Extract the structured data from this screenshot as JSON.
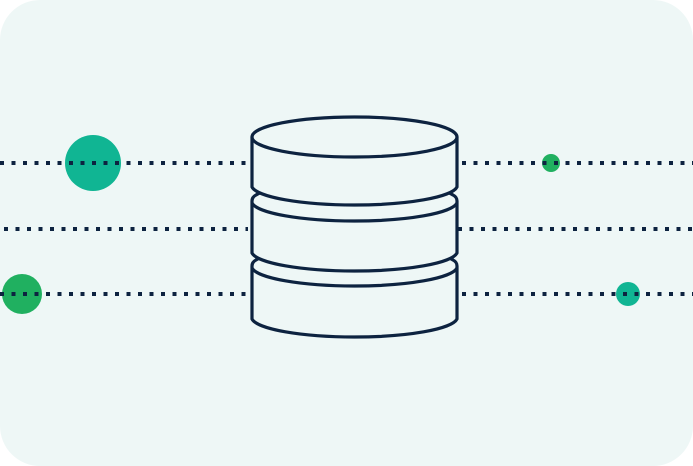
{
  "illustration": {
    "icon": "database-icon",
    "colors": {
      "background": "#eef7f6",
      "stroke": "#0d2340",
      "teal": "#10b593",
      "green": "#20b060"
    },
    "lines": 3,
    "nodes": [
      {
        "color": "teal",
        "side": "left",
        "line": 1
      },
      {
        "color": "green",
        "side": "left",
        "line": 3
      },
      {
        "color": "green",
        "side": "right",
        "line": 1
      },
      {
        "color": "teal",
        "side": "right",
        "line": 3
      }
    ]
  }
}
